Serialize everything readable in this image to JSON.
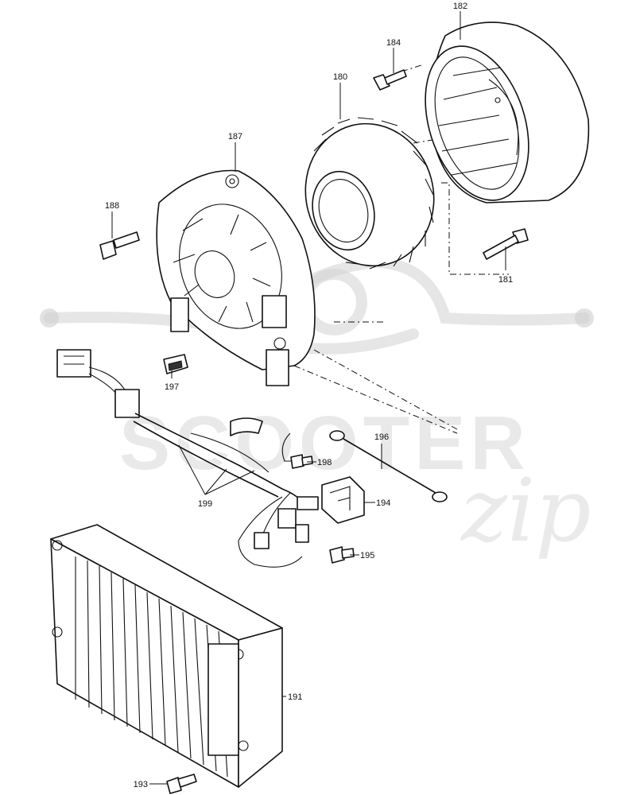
{
  "callouts": {
    "c180": "180",
    "c181": "181",
    "c182": "182",
    "c184": "184",
    "c187": "187",
    "c188": "188",
    "c191": "191",
    "c193": "193",
    "c194": "194",
    "c195": "195",
    "c196": "196",
    "c197": "197",
    "c198": "198",
    "c199": "199"
  },
  "watermark": {
    "brand_text": "SCOOTER",
    "script_text": "zip"
  },
  "colors": {
    "line": "#111111",
    "watermark": "#cfcfcf",
    "background": "#ffffff"
  }
}
